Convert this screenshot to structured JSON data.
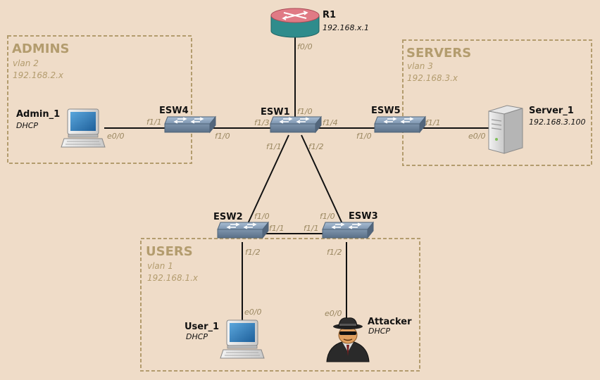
{
  "zones": {
    "admins": {
      "title": "ADMINS",
      "vlan": "vlan 2",
      "subnet": "192.168.2.x"
    },
    "servers": {
      "title": "SERVERS",
      "vlan": "vlan 3",
      "subnet": "192.168.3.x"
    },
    "users": {
      "title": "USERS",
      "vlan": "vlan 1",
      "subnet": "192.168.1.x"
    }
  },
  "devices": {
    "r1": {
      "name": "R1",
      "ip": "192.168.x.1"
    },
    "esw1": {
      "name": "ESW1"
    },
    "esw2": {
      "name": "ESW2"
    },
    "esw3": {
      "name": "ESW3"
    },
    "esw4": {
      "name": "ESW4"
    },
    "esw5": {
      "name": "ESW5"
    },
    "admin1": {
      "name": "Admin_1",
      "addr": "DHCP"
    },
    "server1": {
      "name": "Server_1",
      "ip": "192.168.3.100"
    },
    "user1": {
      "name": "User_1",
      "addr": "DHCP"
    },
    "attacker": {
      "name": "Attacker",
      "addr": "DHCP"
    }
  },
  "ports": {
    "r1_f00": "f0/0",
    "esw1_f10": "f1/0",
    "esw1_f13": "f1/3",
    "esw1_f14": "f1/4",
    "esw1_f11": "f1/1",
    "esw1_f12": "f1/2",
    "esw4_f11": "f1/1",
    "esw4_f10": "f1/0",
    "admin1_e00": "e0/0",
    "esw5_f10": "f1/0",
    "esw5_f11": "f1/1",
    "server1_e00": "e0/0",
    "esw2_f10": "f1/0",
    "esw2_f11": "f1/1",
    "esw2_f12": "f1/2",
    "esw3_f10": "f1/0",
    "esw3_f11": "f1/1",
    "esw3_f12": "f1/2",
    "user1_e00": "e0/0",
    "attacker_e00": "e0/0"
  }
}
